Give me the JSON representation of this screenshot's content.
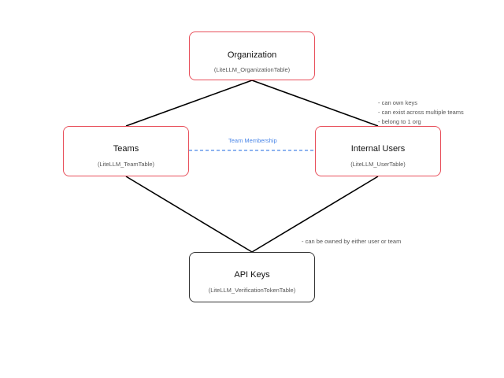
{
  "nodes": {
    "organization": {
      "title": "Organization",
      "subtitle": "(LiteLLM_OrganizationTable)"
    },
    "teams": {
      "title": "Teams",
      "subtitle": "(LiteLLM_TeamTable)"
    },
    "internal_users": {
      "title": "Internal Users",
      "subtitle": "(LiteLLM_UserTable)"
    },
    "api_keys": {
      "title": "API Keys",
      "subtitle": "(LiteLLM_VerificationTokenTable)"
    }
  },
  "edges": {
    "team_membership_label": "Team Membership"
  },
  "notes": {
    "internal_users": [
      "- can own keys",
      "- can exist across multiple teams",
      "- belong to 1 org"
    ],
    "api_keys": "- can be owned by either user or team"
  },
  "colors": {
    "node_border_accent": "#e8505b",
    "node_border_default": "#333333",
    "membership_line": "#4a86e8",
    "connector": "#000000"
  }
}
